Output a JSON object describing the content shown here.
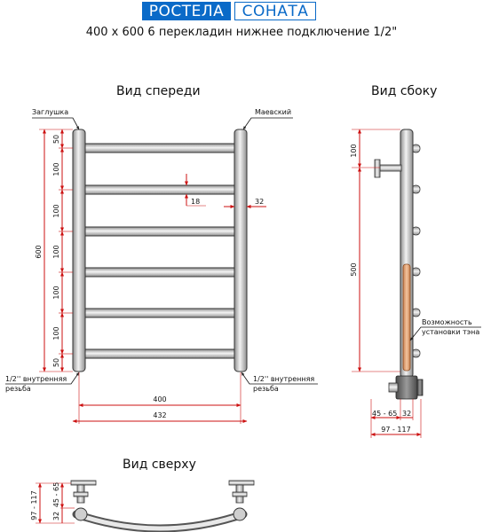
{
  "header": {
    "brand_left": "РОСТЕЛА",
    "brand_right": "СОНАТА",
    "subtitle": "400 х 600 6 перекладин нижнее подключение 1/2\""
  },
  "colors": {
    "brand_blue": "#0a6ac8",
    "dimension_red": "#cc1111",
    "steel_light": "#eeeeee",
    "steel_dark": "#9a9a9a",
    "heater_orange": "#e8a878"
  },
  "front_view": {
    "title": "Вид спереди",
    "label_plug": "Заглушка",
    "label_valve": "Маевский",
    "label_thread_left_1": "1/2'' внутренняя",
    "label_thread_left_2": "резьба",
    "label_thread_right_1": "1/2'' внутренняя",
    "label_thread_right_2": "резьба",
    "dim_total_height": "600",
    "dims_left": [
      "50",
      "100",
      "100",
      "100",
      "100",
      "100",
      "50"
    ],
    "dim_bar_thickness": "18",
    "dim_pipe_diameter": "32",
    "dim_center_distance": "400",
    "dim_overall_width": "432"
  },
  "side_view": {
    "title": "Вид сбоку",
    "dim_top": "100",
    "dim_main": "500",
    "label_heater_1": "Возможность",
    "label_heater_2": "установки тэна",
    "dim_offset": "45 - 65",
    "dim_pipe": "32",
    "dim_depth": "97 - 117"
  },
  "top_view": {
    "title": "Вид сверху",
    "dim_depth": "97 - 117",
    "dim_pipe": "32",
    "dim_offset": "45 - 65"
  }
}
